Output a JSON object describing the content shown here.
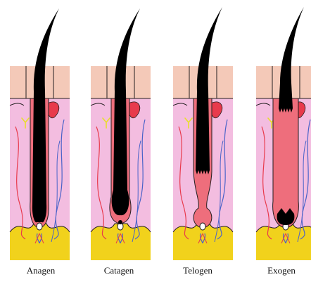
{
  "diagram": {
    "stages": [
      {
        "id": "anagen",
        "label": "Anagen"
      },
      {
        "id": "catagen",
        "label": "Catagen"
      },
      {
        "id": "telogen",
        "label": "Telogen"
      },
      {
        "id": "exogen",
        "label": "Exogen"
      }
    ]
  },
  "colors": {
    "hair": "#000000",
    "epidermis": "#f4c9b8",
    "dermis": "#f3bde0",
    "follicle": "#ee6e7c",
    "fat_layer": "#f1d21c",
    "artery": "#e83a4c",
    "vein": "#4a63c8",
    "nerve": "#e8de2c",
    "outline": "#231f20"
  }
}
